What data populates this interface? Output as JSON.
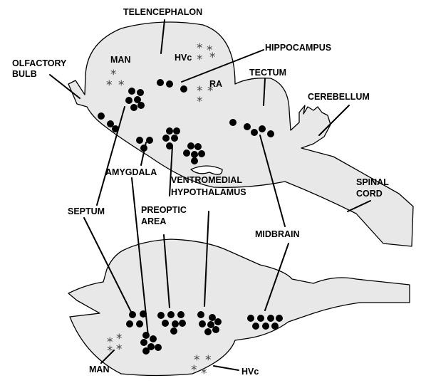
{
  "labels": {
    "telencephalon": "TELENCEPHALON",
    "olfactory_bulb_line1": "OLFACTORY",
    "olfactory_bulb_line2": "BULB",
    "man_upper": "MAN",
    "hvc_upper": "HVc",
    "hippocampus": "HIPPOCAMPUS",
    "ra": "RA",
    "tectum": "TECTUM",
    "cerebellum": "CEREBELLUM",
    "amygdala": "AMYGDALA",
    "ventromedial_line1": "VENTROMEDIAL",
    "ventromedial_line2": "HYPOTHALAMUS",
    "spinal_cord_line1": "SPINAL",
    "spinal_cord_line2": "CORD",
    "septum": "SEPTUM",
    "preoptic_line1": "PREOPTIC",
    "preoptic_line2": "AREA",
    "midbrain": "MIDBRAIN",
    "man_lower": "MAN",
    "hvc_lower": "HVc"
  },
  "marker_glyph": "*",
  "colors": {
    "brain_fill": "#e8e8e8",
    "outline": "#000000",
    "dot": "#000000",
    "asterisk": "#444444"
  }
}
